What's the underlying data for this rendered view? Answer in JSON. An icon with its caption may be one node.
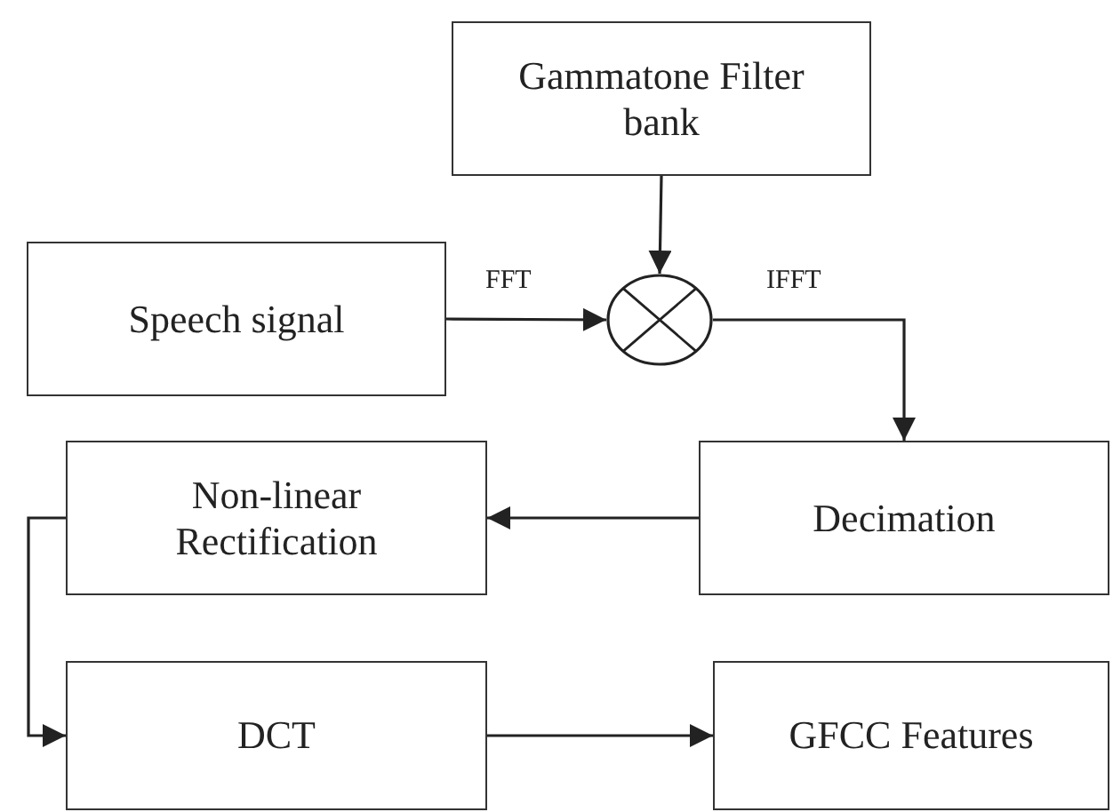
{
  "diagram": {
    "nodes": [
      {
        "text": [
          "Gammatone Filter bank"
        ]
      },
      {
        "text": [
          "Speech signal"
        ]
      },
      {
        "text": [],
        "shape": "circle"
      },
      {
        "text": [
          "Decimation"
        ]
      },
      {
        "text": [
          "Non-linear Rectification"
        ]
      },
      {
        "text": [
          "DCT"
        ]
      },
      {
        "text": [
          "GFCC Features"
        ]
      }
    ],
    "edges": [
      {
        "from": 1,
        "to": 2,
        "arrow": "to",
        "label": "FFT"
      },
      {
        "from": 0,
        "to": 2,
        "arrow": "to"
      },
      {
        "from": 2,
        "to": 3,
        "arrow": "to",
        "label": "IFFT"
      },
      {
        "from": 3,
        "to": 4,
        "arrow": "to"
      },
      {
        "from": 4,
        "to": 5,
        "arrow": "to"
      },
      {
        "from": 5,
        "to": 6,
        "arrow": "to"
      }
    ]
  }
}
